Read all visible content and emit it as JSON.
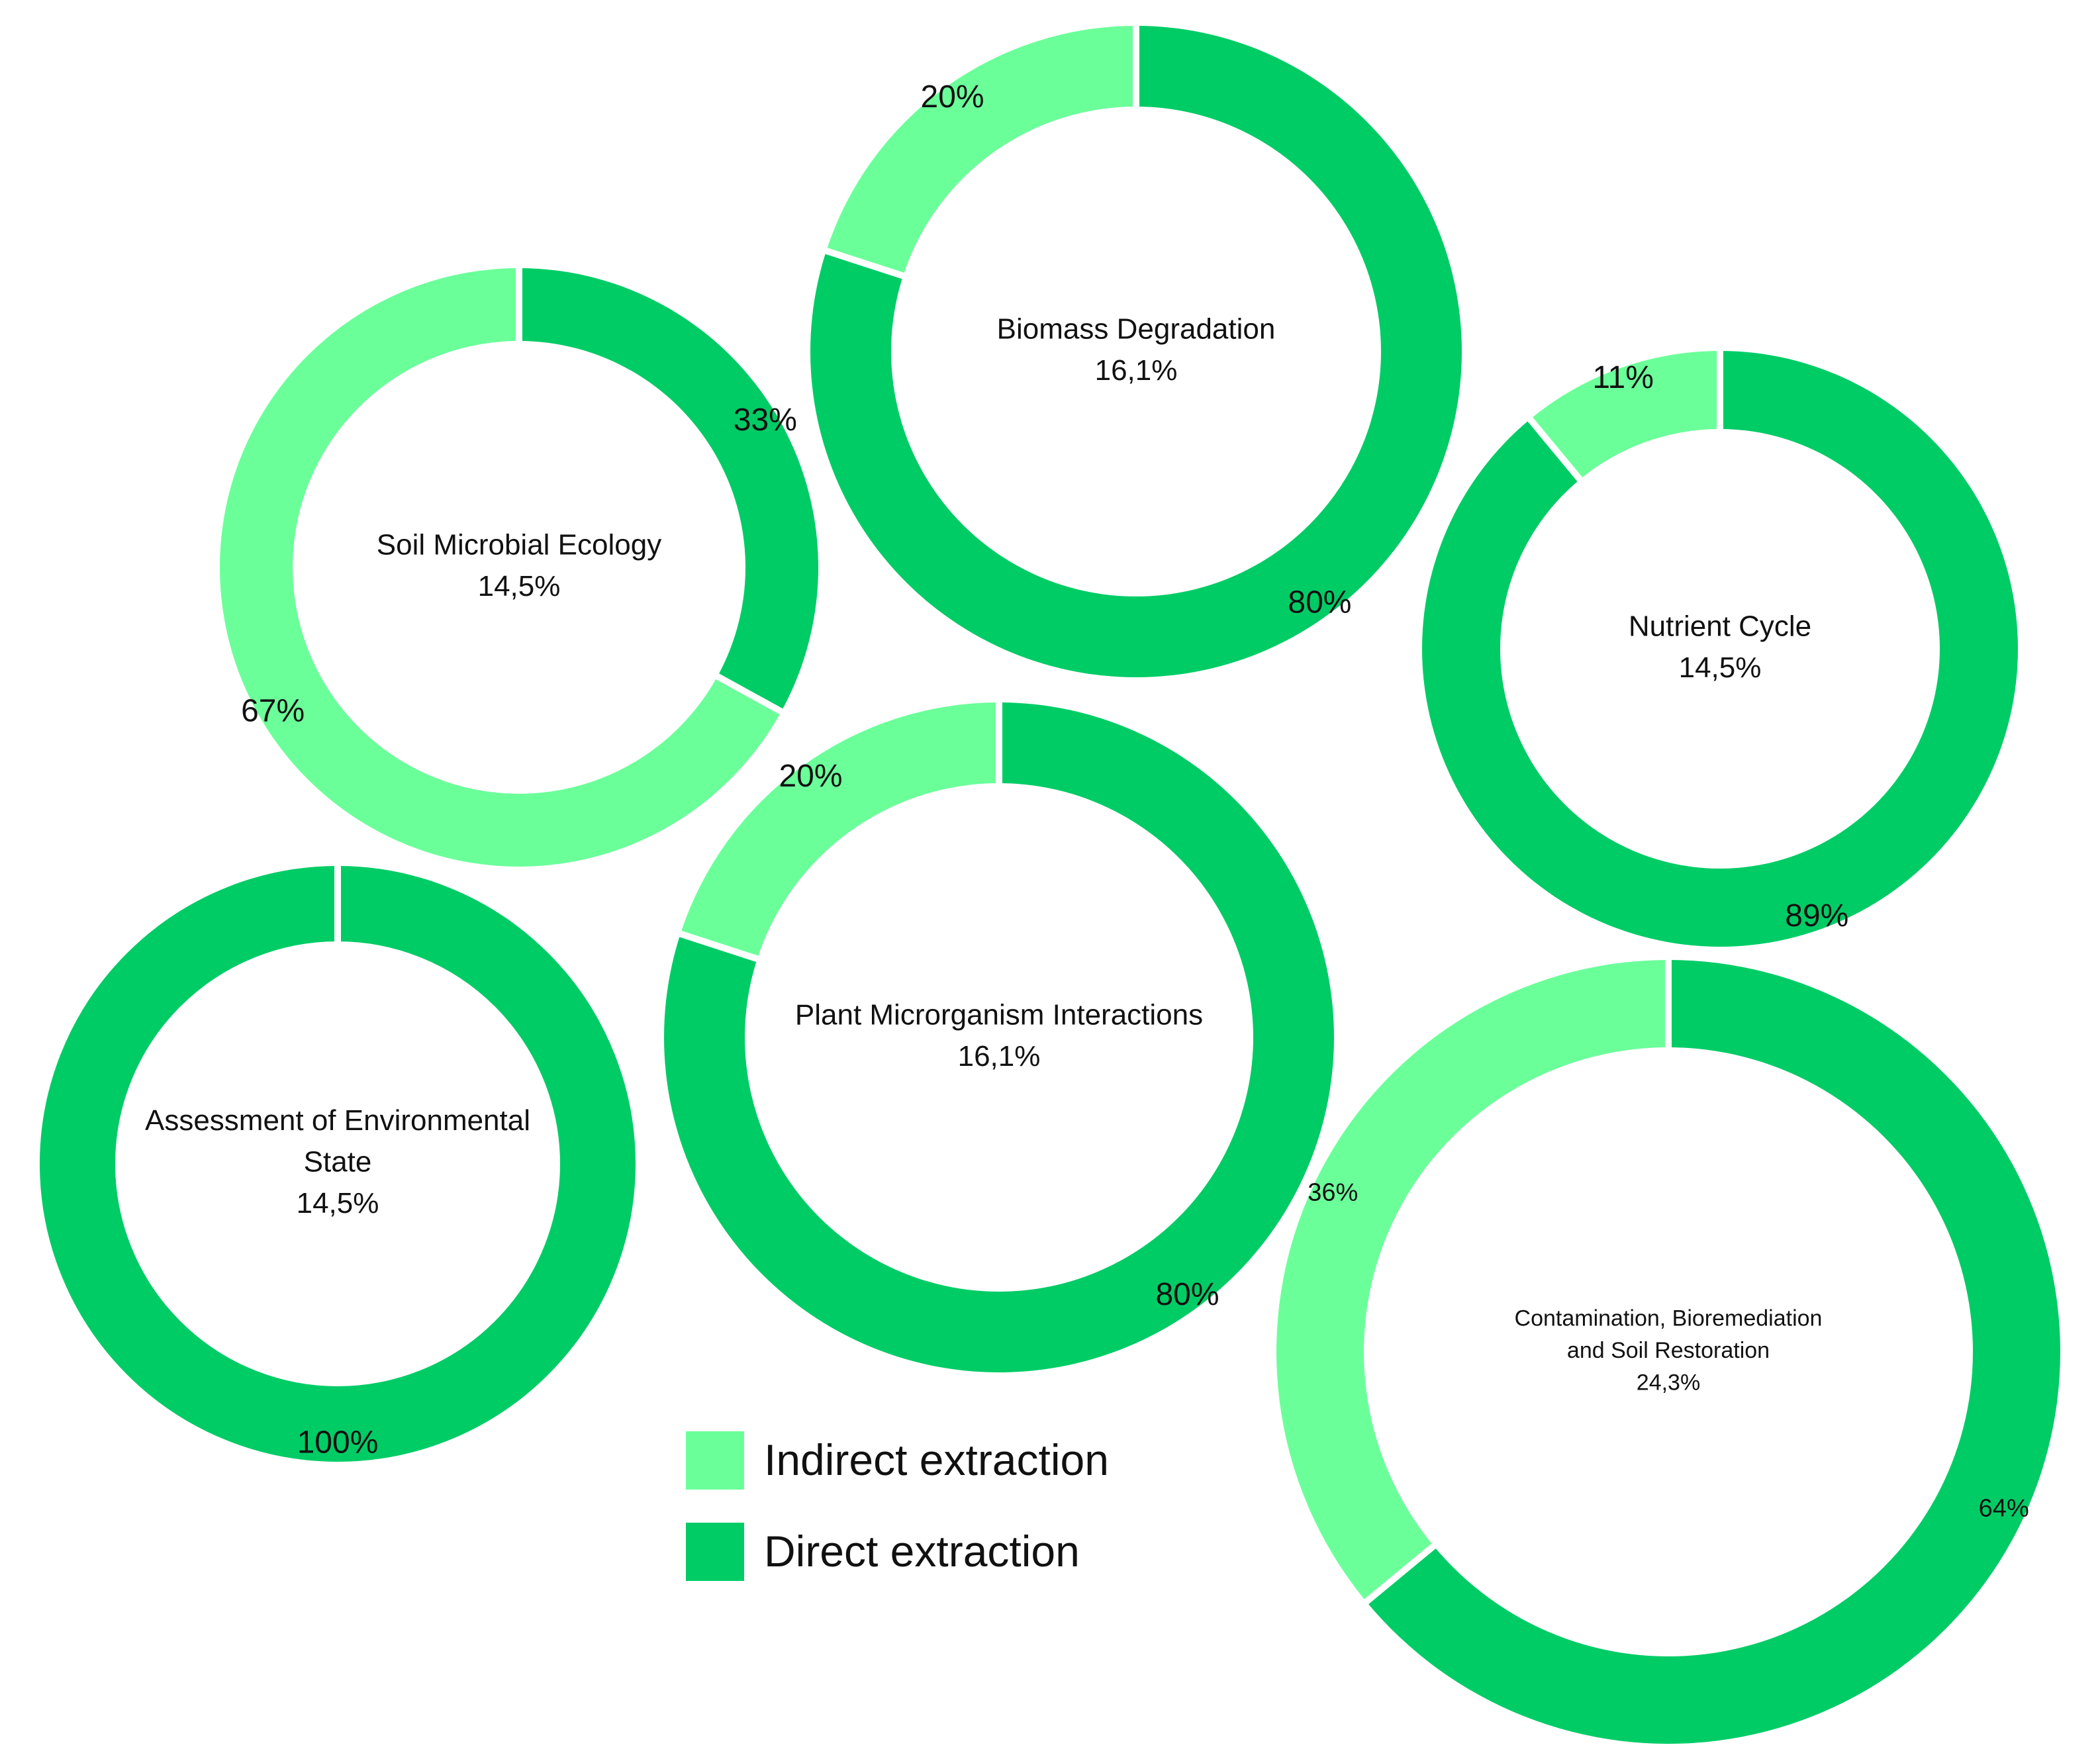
{
  "chart_data": {
    "type": "donut",
    "colors": {
      "indirect": "#6BFF9A",
      "direct": "#00CC66"
    },
    "legend": {
      "placement": "bottom-center",
      "items": [
        {
          "key": "indirect",
          "label": "Indirect extraction"
        },
        {
          "key": "direct",
          "label": "Direct extraction"
        }
      ]
    },
    "charts": [
      {
        "name": "Biomass Degradation",
        "share": "16,1%",
        "slices": [
          {
            "key": "direct",
            "value": 80,
            "label": "80%"
          },
          {
            "key": "indirect",
            "value": 20,
            "label": "20%"
          }
        ]
      },
      {
        "name": "Soil Microbial Ecology",
        "share": "14,5%",
        "slices": [
          {
            "key": "direct",
            "value": 33,
            "label": "33%"
          },
          {
            "key": "indirect",
            "value": 67,
            "label": "67%"
          }
        ]
      },
      {
        "name": "Nutrient Cycle",
        "share": "14,5%",
        "slices": [
          {
            "key": "direct",
            "value": 89,
            "label": "89%"
          },
          {
            "key": "indirect",
            "value": 11,
            "label": "11%"
          }
        ]
      },
      {
        "name": "Plant Microrganism Interactions",
        "share": "16,1%",
        "slices": [
          {
            "key": "direct",
            "value": 80,
            "label": "80%"
          },
          {
            "key": "indirect",
            "value": 20,
            "label": "20%"
          }
        ]
      },
      {
        "name": "Assessment of Environmental State",
        "share": "14,5%",
        "slices": [
          {
            "key": "direct",
            "value": 100,
            "label": "100%"
          }
        ]
      },
      {
        "name": "Contamination, Bioremediation and Soil Restoration",
        "share": "24,3%",
        "slices": [
          {
            "key": "direct",
            "value": 64,
            "label": "64%"
          },
          {
            "key": "indirect",
            "value": 36,
            "label": "36%"
          }
        ]
      }
    ]
  }
}
